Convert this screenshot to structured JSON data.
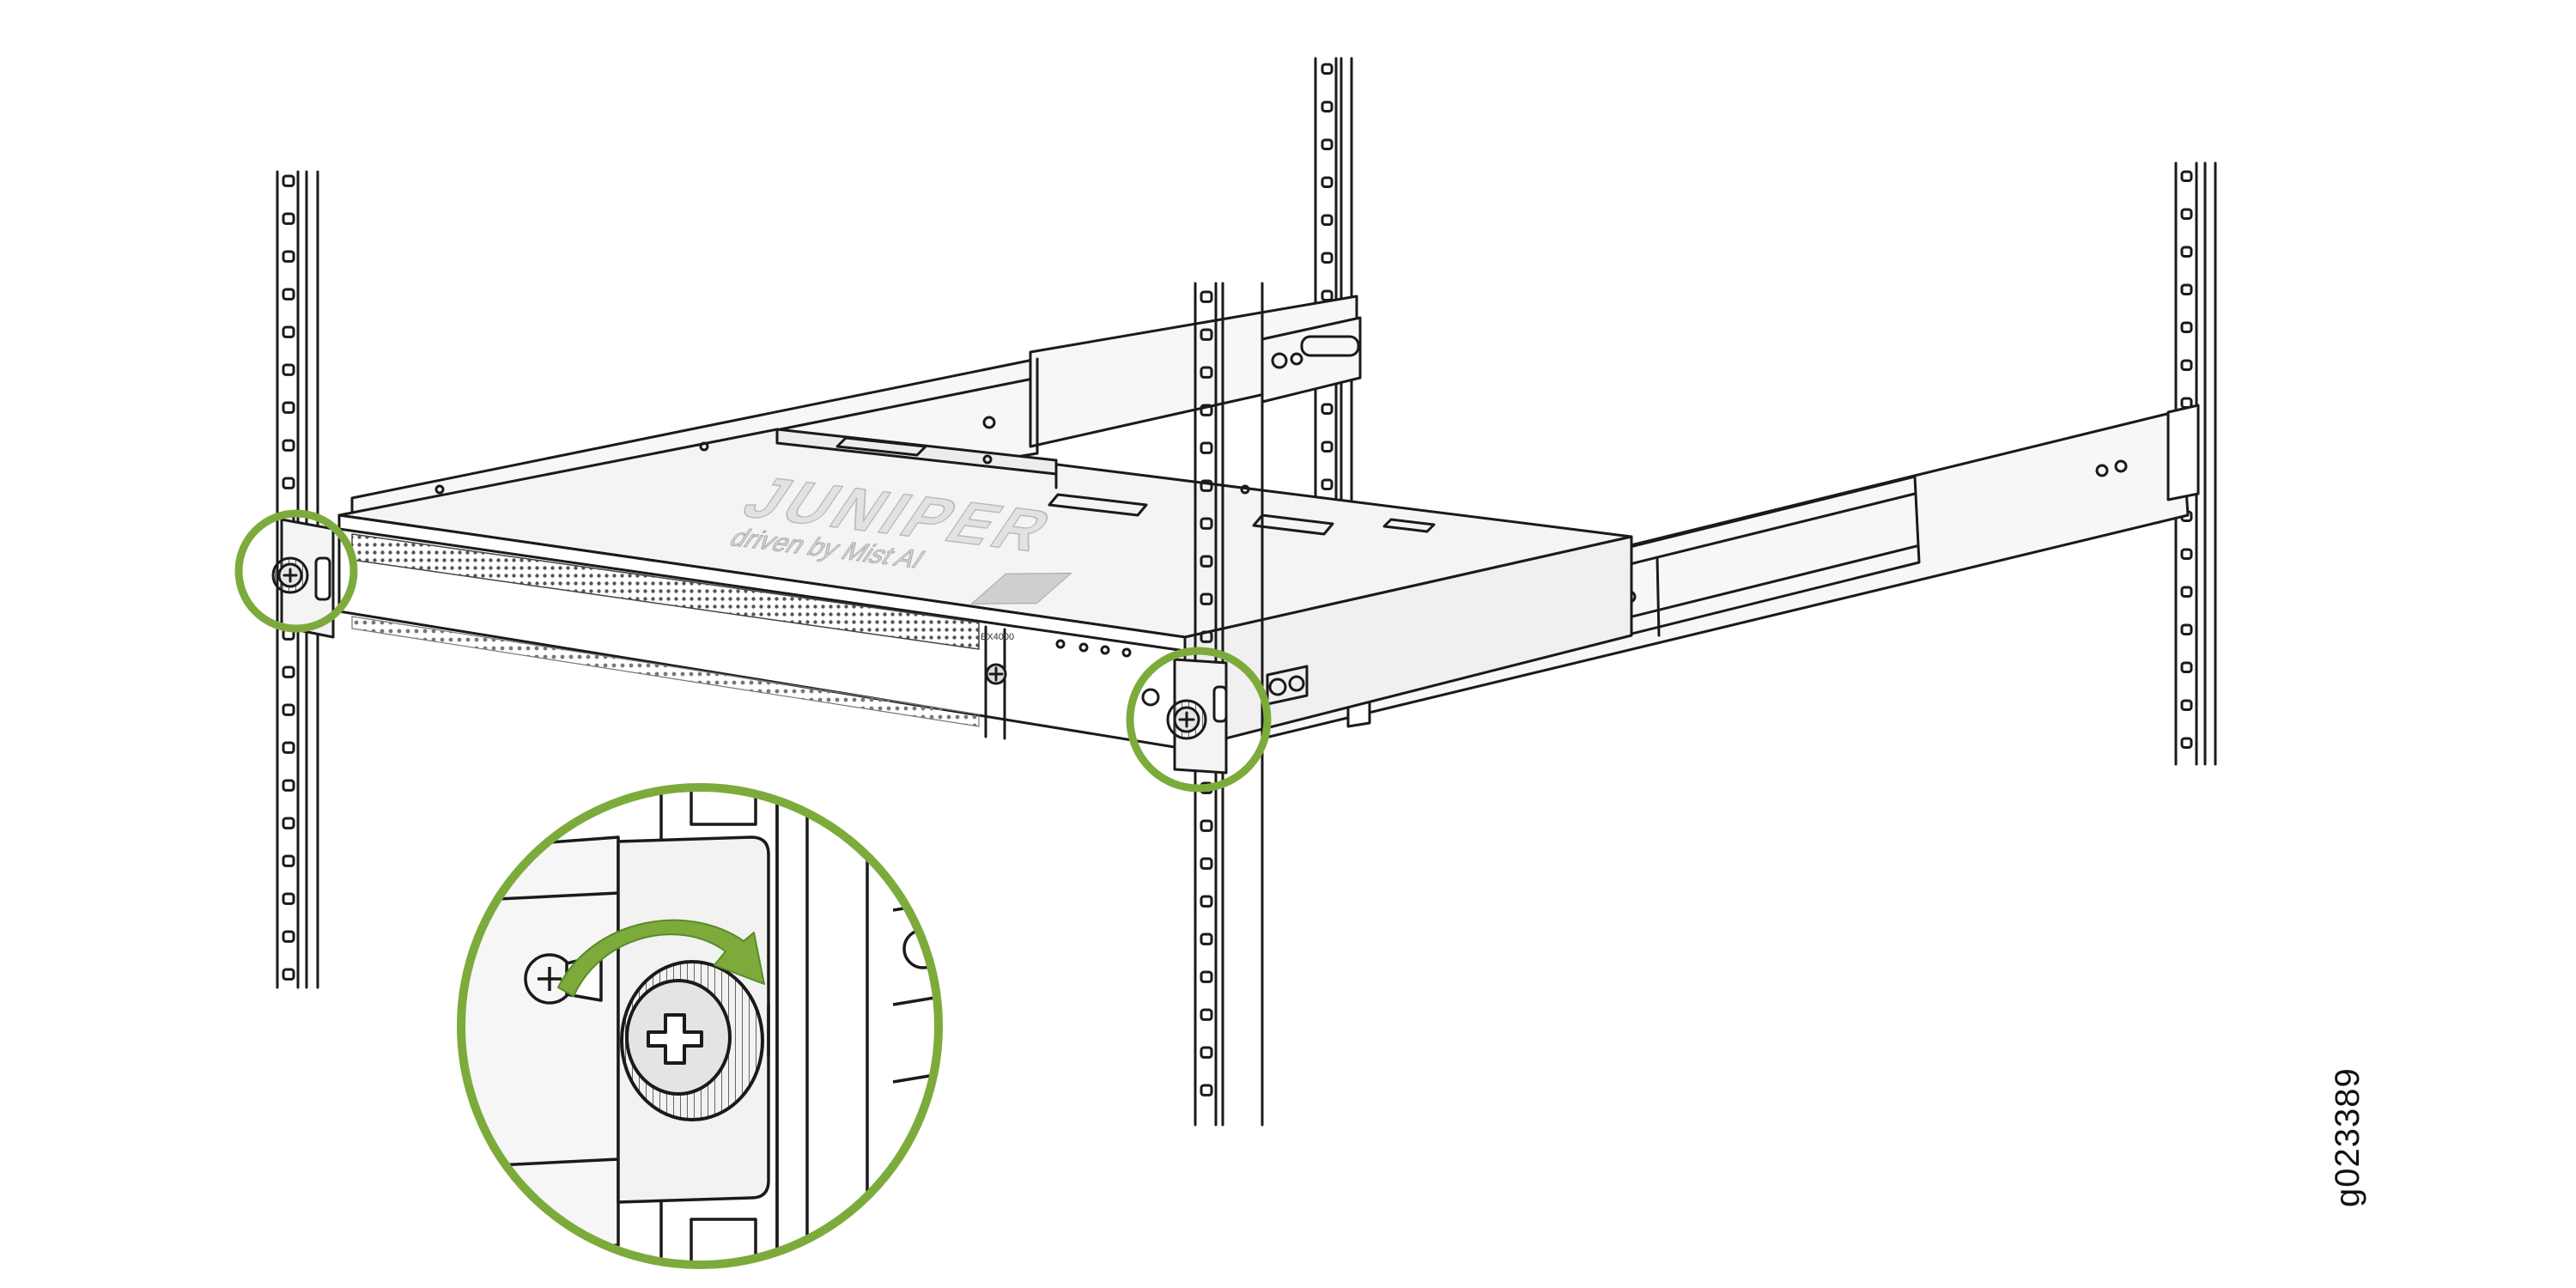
{
  "figure_id": "g023389",
  "chassis": {
    "brand_logo": "JUNIPER",
    "tagline": "driven by Mist AI",
    "model": "EX4000"
  },
  "colors": {
    "line": "#1a1a1a",
    "callout": "#7cab3c",
    "chassis_fill": "#f2f2f2",
    "rail_fill": "#f7f7f7",
    "logo_fill": "#dcdcdc"
  },
  "icons": [
    "thumbscrew-icon",
    "rotate-clockwise-arrow-icon",
    "phillips-screw-icon"
  ]
}
